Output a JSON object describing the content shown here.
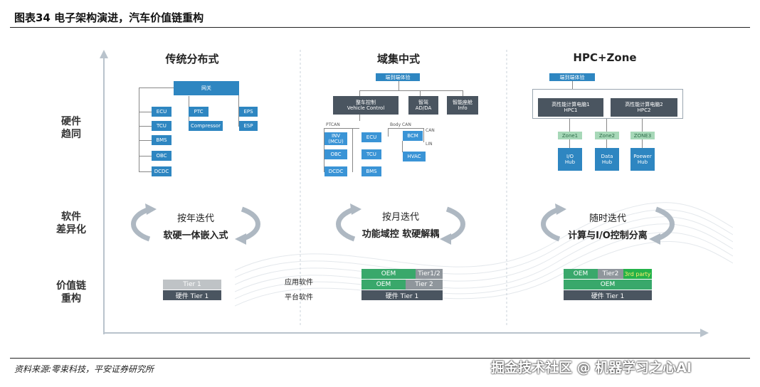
{
  "title": "图表34 电子架构演进，汽车价值链重构",
  "source": "资料来源:零束科技，平安证券研究所",
  "watermark": "掘金技术社区 @ 机器学习之心AI",
  "columns": [
    "传统分布式",
    "域集中式",
    "HPC+Zone"
  ],
  "row_labels": {
    "hardware": [
      "硬件",
      "趋同"
    ],
    "software": [
      "软件",
      "差异化"
    ],
    "value": [
      "价值链",
      "重构"
    ]
  },
  "col1": {
    "gateway": "网关",
    "left": [
      "ECU",
      "TCU",
      "BMS",
      "OBC",
      "DCDC"
    ],
    "mid": [
      "PTC",
      "Compressor"
    ],
    "right": [
      "EPS",
      "ESP"
    ],
    "fw_small": "按年迭代",
    "fw_big": "软硬一体嵌入式",
    "tier_top": "Tier 1",
    "tier_bottom": "硬件 Tier 1"
  },
  "col2": {
    "gateway": "端到端体验",
    "vc": "整车控制\nVehicle Control",
    "adas": "智驾\nAD/DA",
    "info": "智能座舱\nInfo",
    "ptcan": "PTCAN",
    "bodycan": "Body CAN",
    "can": "CAN",
    "lin": "LIN",
    "left": [
      "INV\n(MCU)",
      "OBC",
      "DCDC"
    ],
    "mid": [
      "ECU",
      "TCU",
      "BMS"
    ],
    "bcm": "BCM",
    "hvac": "HVAC",
    "fw_small": "按月迭代",
    "fw_big": "功能域控 软硬解耦",
    "app_label": "应用软件",
    "plat_label": "平台软件",
    "oem1": "OEM",
    "tier12": "Tier1/2",
    "oem2": "OEM",
    "tier2": "Tier 2",
    "hw_tier1": "硬件 Tier 1"
  },
  "col3": {
    "gateway": "端到端体验",
    "hpc1": "高性能计算电脑1\nHPC1",
    "hpc2": "高性能计算电脑2\nHPC2",
    "zones": [
      "Zone1",
      "Zone2",
      "ZONE3"
    ],
    "hubs": [
      "I/O\nHub",
      "Data\nHub",
      "Poewer\nHub"
    ],
    "fw_small": "随时迭代",
    "fw_big": "计算与I/O控制分离",
    "oem1": "OEM",
    "tier2": "Tier2",
    "party": "3rd party",
    "oem2": "OEM",
    "hw_tier1": "硬件 Tier 1"
  }
}
